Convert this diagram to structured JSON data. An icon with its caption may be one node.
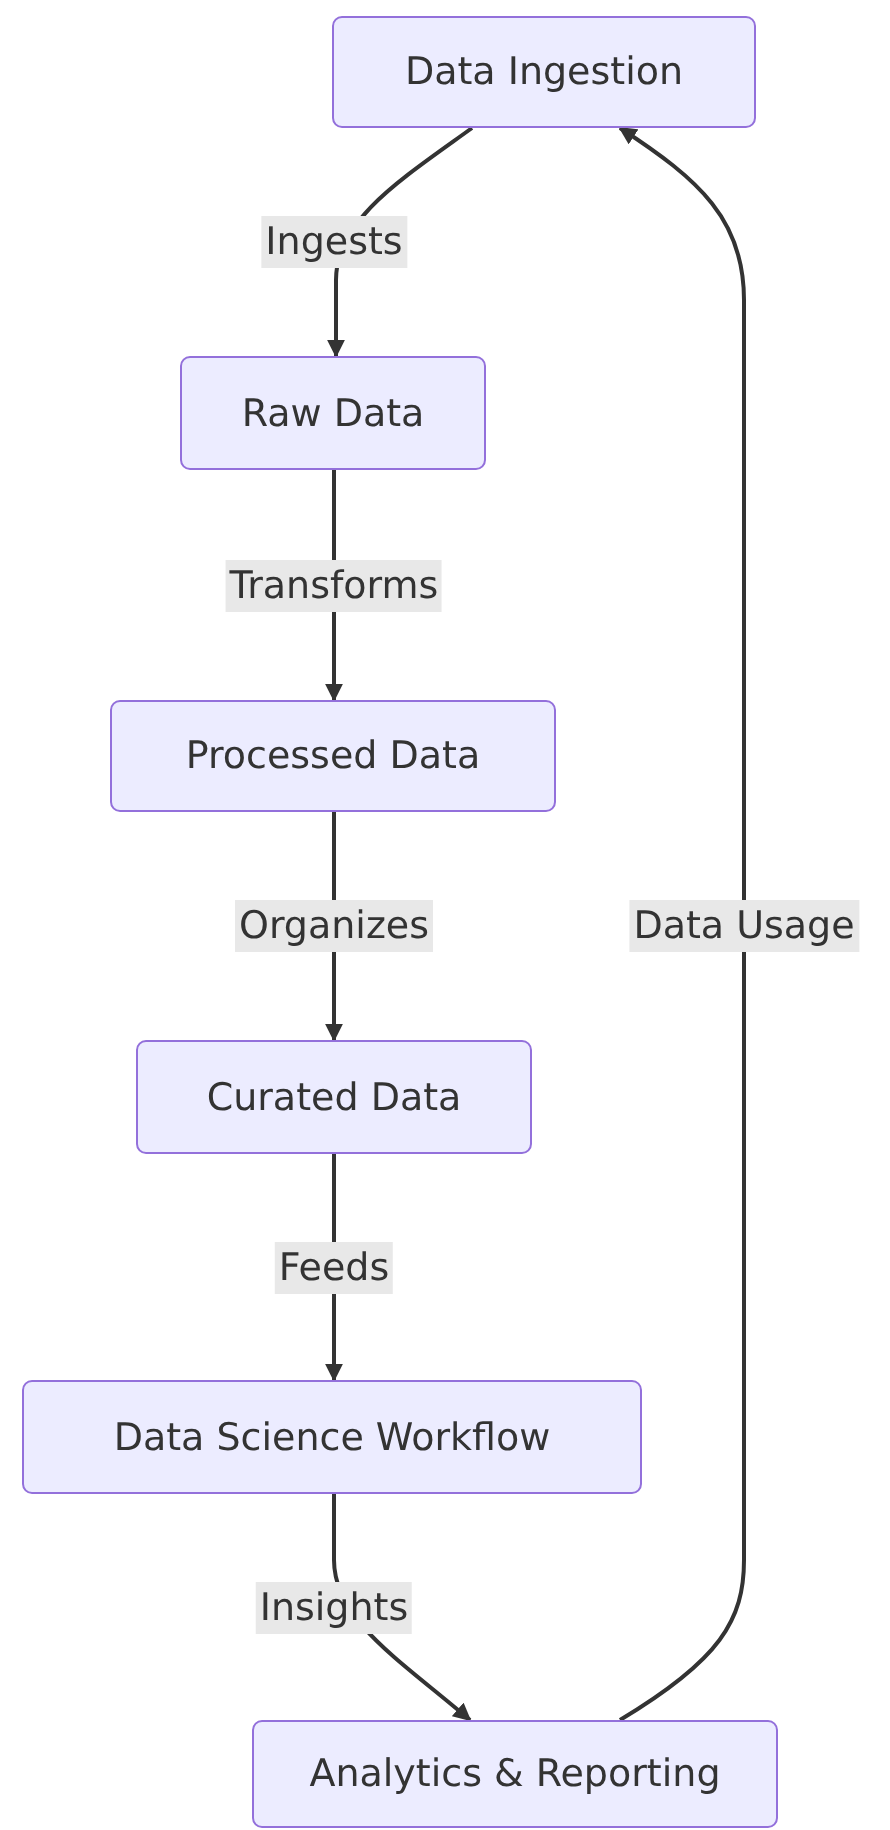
{
  "diagram": {
    "nodes": [
      {
        "text": [
          "Data Ingestion"
        ]
      },
      {
        "text": [
          "Raw Data"
        ]
      },
      {
        "text": [
          "Processed Data"
        ]
      },
      {
        "text": [
          "Curated Data"
        ]
      },
      {
        "text": [
          "Data Science Workflow"
        ]
      },
      {
        "text": [
          "Analytics & Reporting"
        ]
      }
    ],
    "edges": [
      {
        "from": 0,
        "to": 1,
        "arrow": "to",
        "label": "Ingests"
      },
      {
        "from": 1,
        "to": 2,
        "arrow": "to",
        "label": "Transforms"
      },
      {
        "from": 2,
        "to": 3,
        "arrow": "to",
        "label": "Organizes"
      },
      {
        "from": 3,
        "to": 4,
        "arrow": "to",
        "label": "Feeds"
      },
      {
        "from": 4,
        "to": 5,
        "arrow": "to",
        "label": "Insights"
      },
      {
        "from": 5,
        "to": 0,
        "arrow": "to",
        "label": "Data Usage"
      }
    ]
  }
}
